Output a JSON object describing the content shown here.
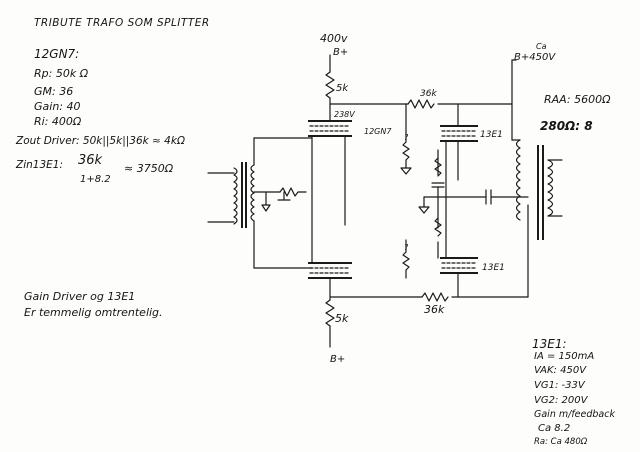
{
  "title": "TRIBUTE TRAFO SOM SPLITTER",
  "specs_12gn7": {
    "heading": "12GN7:",
    "rp": "Rp: 50k Ω",
    "gm": "GM: 36",
    "gain": "Gain: 40",
    "ri": "Ri: 400Ω"
  },
  "zout_driver": "Zout Driver: 50k||5k||36k ≈ 4kΩ",
  "zin": {
    "label": "Zin13E1:",
    "numerator": "36k",
    "denominator": "1+8.2",
    "result": "≈ 3750Ω"
  },
  "note": {
    "line1": "Gain Driver og 13E1",
    "line2": "Er temmelig omtrentelig."
  },
  "schematic": {
    "b_plus_top": "400v",
    "b_plus_top_label": "B+",
    "r_top": "5k",
    "voltage_238": "238V",
    "tube_driver": "12GN7",
    "r_36k_top": "36k",
    "tube_output_top": "13E1",
    "tube_output_bottom": "13E1",
    "r_36k_bottom": "36k",
    "r_bottom": "5k",
    "b_plus_bottom": "B+",
    "b_plus_right_ca": "Ca",
    "b_plus_right": "B+450V",
    "pot_mark_top": "?",
    "pot_mark_bottom": "?"
  },
  "raa": {
    "line1": "RAA: 5600Ω",
    "line2": "280Ω: 8"
  },
  "specs_13e1": {
    "heading": "13E1:",
    "ia": "IA = 150mA",
    "vak": "VAK: 450V",
    "vg1": "VG1: -33V",
    "vg2": "VG2: 200V",
    "gain_fb": "Gain m/feedback",
    "ca": "Ca 8.2",
    "ra": "Ra: Ca 480Ω"
  }
}
